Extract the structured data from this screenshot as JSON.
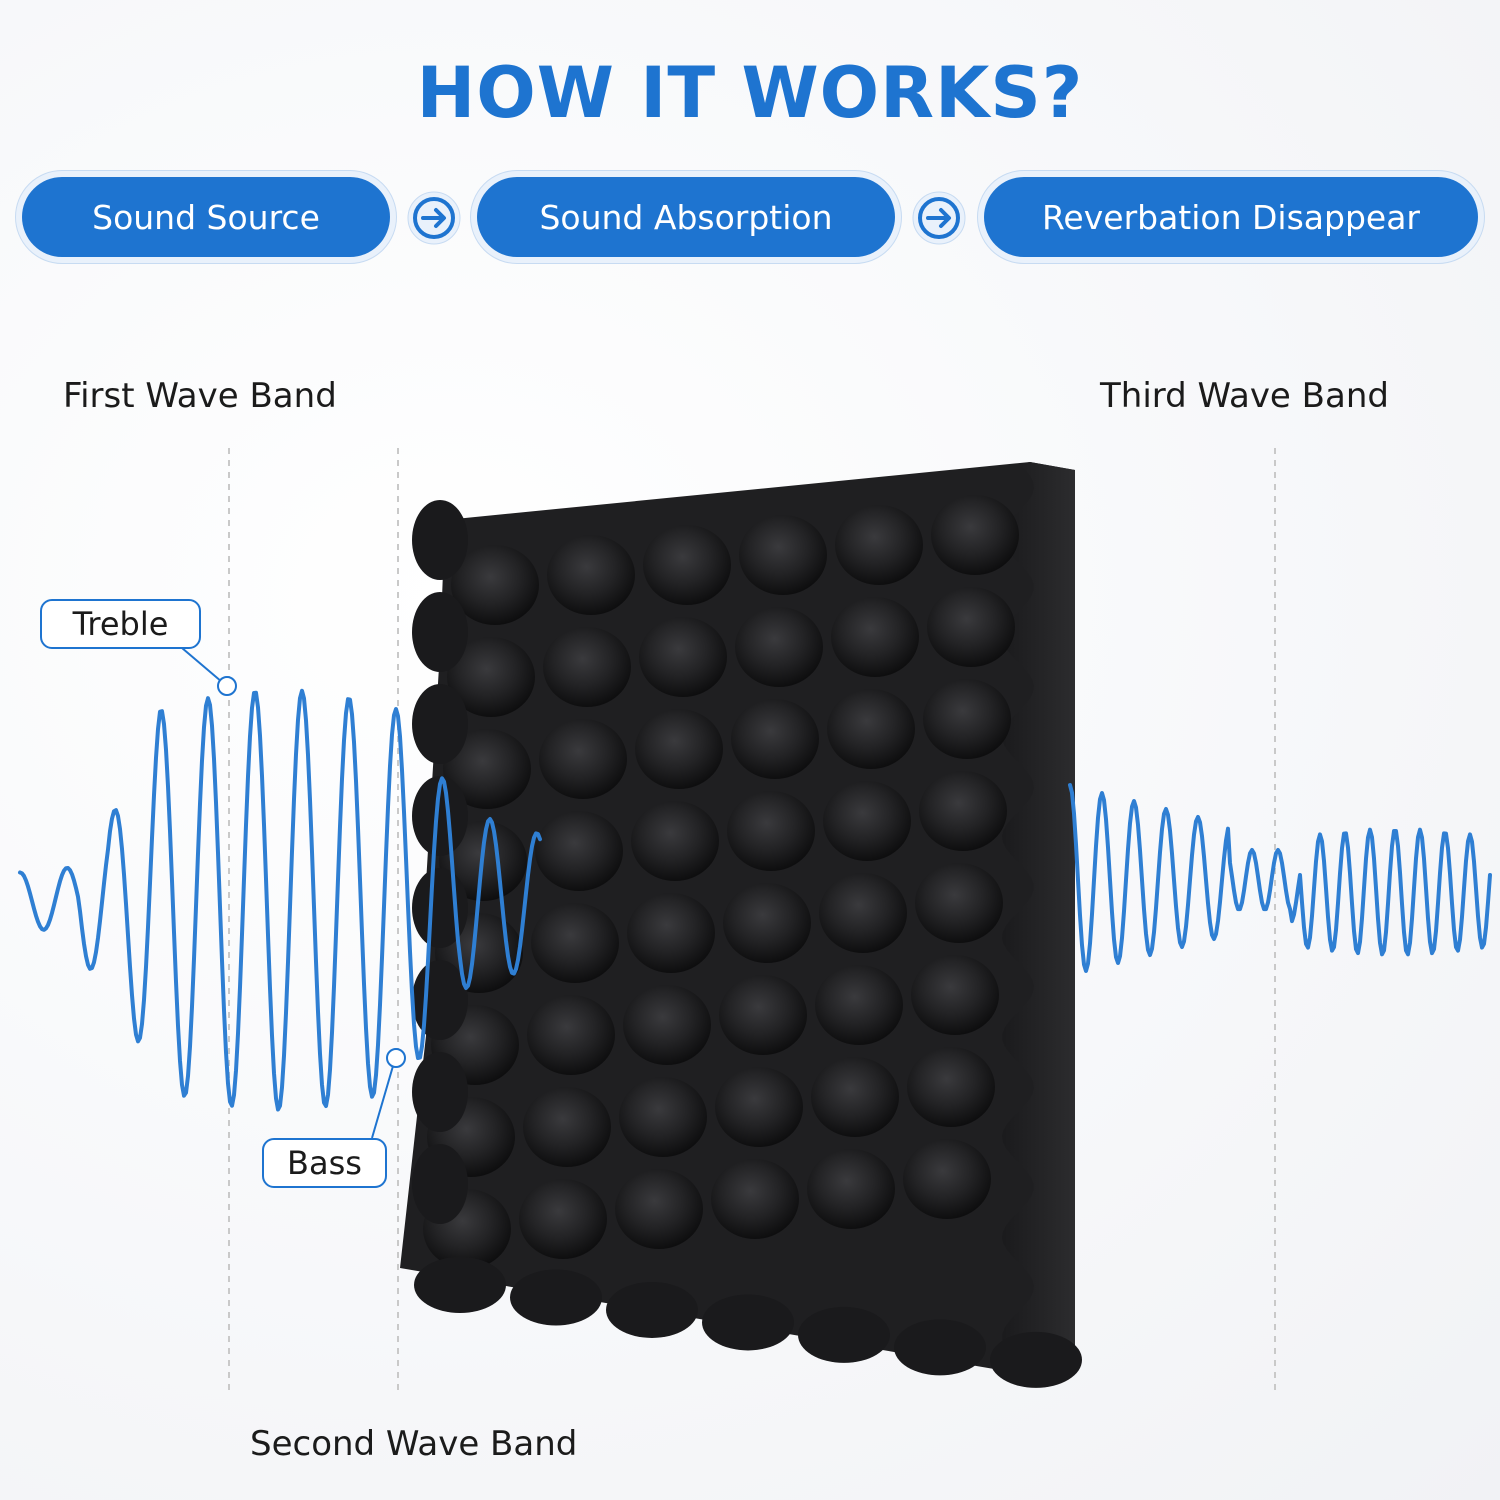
{
  "title": "HOW IT WORKS?",
  "steps": [
    {
      "label": "Sound Source"
    },
    {
      "label": "Sound Absorption"
    },
    {
      "label": "Reverbation Disappear"
    }
  ],
  "bands": {
    "first": "First Wave Band",
    "second": "Second Wave Band",
    "third": "Third Wave Band"
  },
  "callouts": {
    "treble": "Treble",
    "bass": "Bass"
  },
  "colors": {
    "accent": "#1e74d0",
    "foam": "#1f1f21",
    "text": "#1b1b1b"
  },
  "icons": {
    "arrow": "arrow-right-circle-icon"
  }
}
